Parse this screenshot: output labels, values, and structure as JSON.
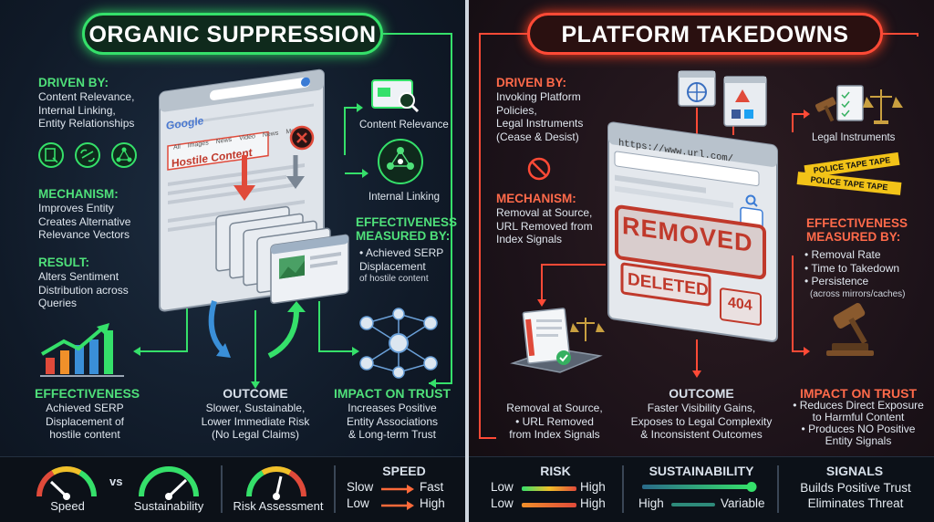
{
  "left": {
    "title": "ORGANIC SUPPRESSION",
    "driven_by_head": "DRIVEN BY:",
    "driven_by_lines": [
      "Content Relevance,",
      "Internal Linking,",
      "Entity Relationships"
    ],
    "mechanism_head": "MECHANISM:",
    "mechanism_lines": [
      "Improves Entity",
      "Creates Alternative",
      "Relevance Vectors"
    ],
    "result_head": "RESULT:",
    "result_lines": [
      "Alters Sentiment",
      "Distribution across",
      "Queries"
    ],
    "browser": {
      "logo": "Google",
      "tabs": [
        "All",
        "Images",
        "News",
        "Video",
        "News",
        "More"
      ],
      "hostile_label": "Hostile Content"
    },
    "content_relevance_label": "Content Relevance",
    "internal_linking_label": "Internal Linking",
    "eff_measured_head": [
      "EFFECTIVENESS",
      "MEASURED BY:"
    ],
    "eff_measured_lines": [
      "• Achieved SERP",
      "Displacement"
    ],
    "eff_measured_small": "of hostile content",
    "effectiveness_head": "EFFECTIVENESS",
    "effectiveness_lines": [
      "Achieved SERP",
      "Displacement of",
      "hostile content"
    ],
    "outcome_head": "OUTCOME",
    "outcome_lines": [
      "Slower, Sustainable,",
      "Lower Immediate Risk",
      "(No Legal Claims)"
    ],
    "impact_head": "IMPACT ON TRUST",
    "impact_lines": [
      "Increases Positive",
      "Entity Associations",
      "& Long-term Trust"
    ],
    "bottom": {
      "speed_label": "Speed",
      "vs": "vs",
      "sustainability_label": "Sustainability",
      "risk_label": "Risk Assessment",
      "speed_head": "SPEED",
      "row1_left": "Slow",
      "row1_right": "Fast",
      "row2_left": "Low",
      "row2_right": "High"
    }
  },
  "right": {
    "title": "PLATFORM TAKEDOWNS",
    "driven_by_head": "DRIVEN BY:",
    "driven_by_lines": [
      "Invoking Platform",
      "Policies,",
      "Legal Instruments",
      "(Cease & Desist)"
    ],
    "mechanism_head": "MECHANISM:",
    "mechanism_lines": [
      "Removal at Source,",
      "URL Removed from",
      "Index Signals"
    ],
    "browser": {
      "url": "https://www.url.com/",
      "removed": "REMOVED",
      "deleted": "DELETED",
      "code": "404"
    },
    "legal_label": "Legal Instruments",
    "police_tape_1": "POLICE TAPE TAPE",
    "police_tape_2": "POLICE TAPE TAPE",
    "eff_measured_head": [
      "EFFECTIVENESS",
      "MEASURED BY:"
    ],
    "eff_measured_lines": [
      "• Removal Rate",
      "• Time to Takedown",
      "• Persistence"
    ],
    "eff_measured_small": "(across mirrors/caches)",
    "removal_lines": [
      "Removal at Source,",
      "• URL Removed",
      "from Index Signals"
    ],
    "outcome_head": "OUTCOME",
    "outcome_lines": [
      "Faster Visibility Gains,",
      "Exposes to Legal Complexity",
      "& Inconsistent Outcomes"
    ],
    "impact_head": "IMPACT ON TRUST",
    "impact_lines": [
      "• Reduces Direct Exposure",
      "to Harmful Content",
      "• Produces NO Positive",
      "Entity Signals"
    ],
    "bottom": {
      "risk_head": "RISK",
      "risk_row1_left": "Low",
      "risk_row1_right": "High",
      "risk_row2_left": "Low",
      "risk_row2_right": "High",
      "sust_head": "SUSTAINABILITY",
      "sust_left": "High",
      "sust_right": "Variable",
      "signals_head": "SIGNALS",
      "signals_lines": [
        "Builds Positive Trust",
        "Eliminates Threat"
      ]
    }
  },
  "colors": {
    "green": "#35e06a",
    "red": "#ff4a36",
    "orange": "#ff7a2a"
  }
}
